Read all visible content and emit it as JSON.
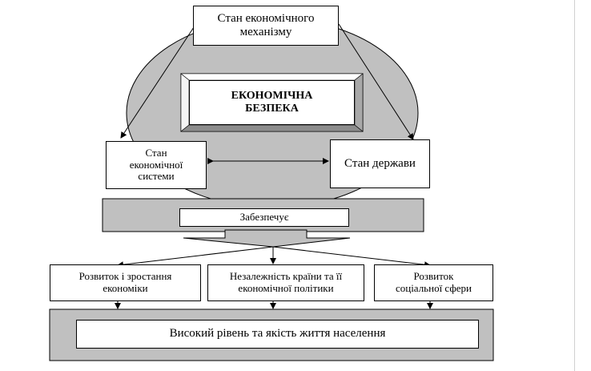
{
  "top_box": "Стан економічного\nмеханізму",
  "center_box": "ЕКОНОМІЧНА\nБЕЗПЕКА",
  "left_box": "Стан\nекономічної\nсистеми",
  "right_box": "Стан держави",
  "ensures_box": "Забезпечує",
  "outcomes": [
    "Розвиток і зростання\nекономіки",
    "Незалежність країни та її\nекономічної політики",
    "Розвиток\nсоціальної сфери"
  ],
  "result_box": "Високий рівень та якість життя населення",
  "colors": {
    "ellipse": "#c0c0c0",
    "band": "#c0c0c0",
    "box": "#ffffff",
    "line": "#000000"
  }
}
